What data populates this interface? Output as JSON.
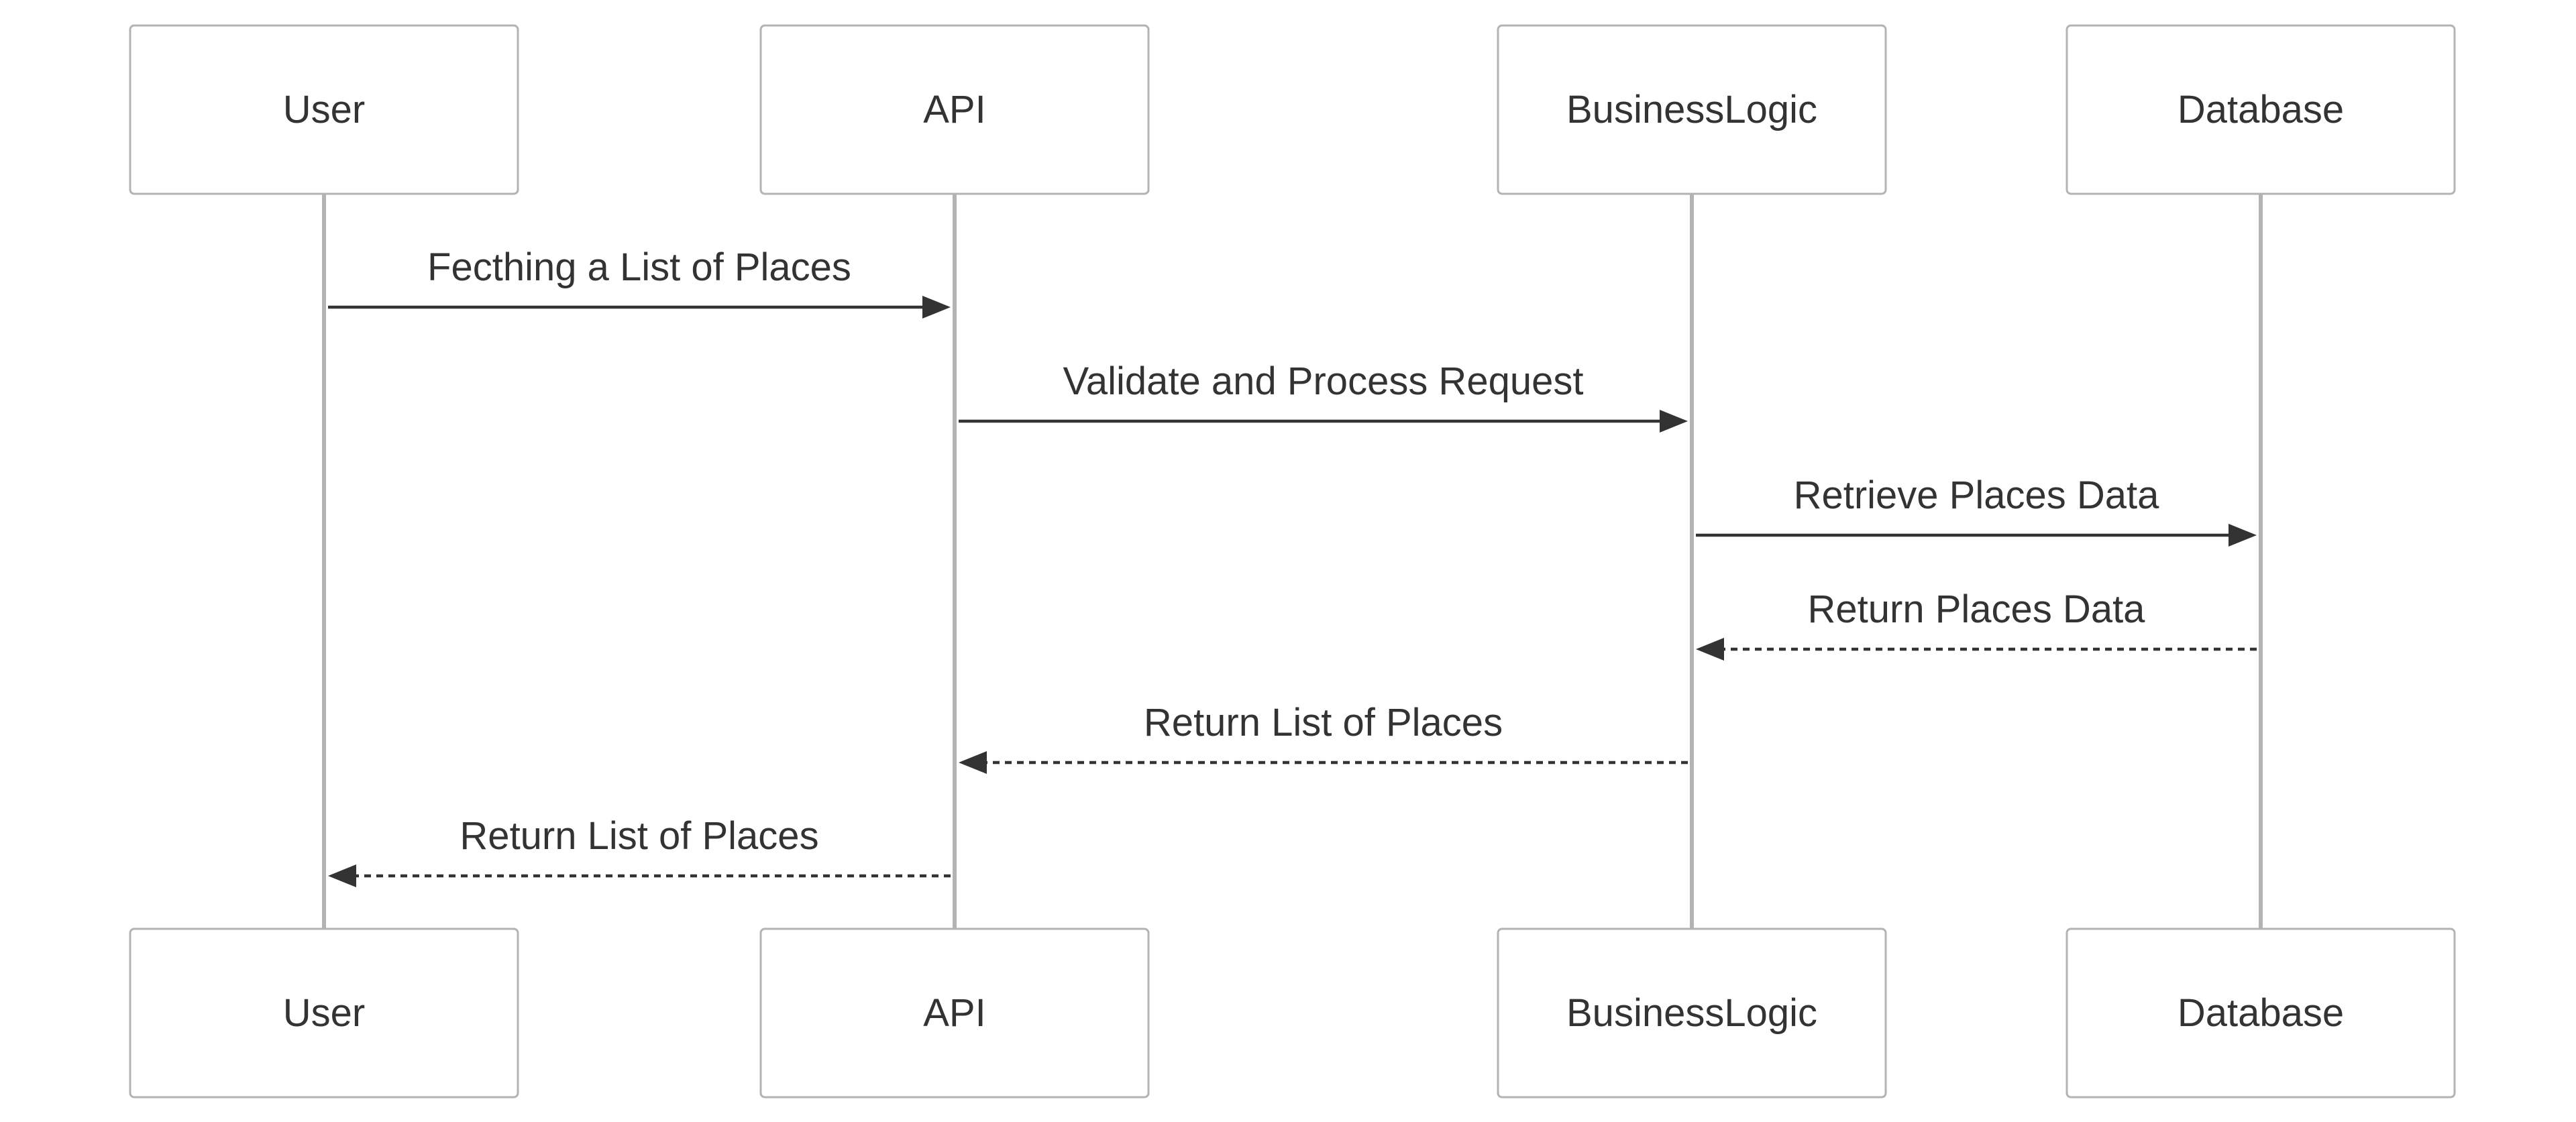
{
  "participants": [
    {
      "id": "user",
      "label": "User"
    },
    {
      "id": "api",
      "label": "API"
    },
    {
      "id": "business",
      "label": "BusinessLogic"
    },
    {
      "id": "database",
      "label": "Database"
    }
  ],
  "messages": [
    {
      "from": "user",
      "to": "api",
      "label": "Fecthing a List of Places",
      "style": "solid"
    },
    {
      "from": "api",
      "to": "business",
      "label": "Validate and Process Request",
      "style": "solid"
    },
    {
      "from": "business",
      "to": "database",
      "label": "Retrieve Places Data",
      "style": "solid"
    },
    {
      "from": "database",
      "to": "business",
      "label": "Return Places Data",
      "style": "dashed"
    },
    {
      "from": "business",
      "to": "api",
      "label": "Return List of Places",
      "style": "dashed"
    },
    {
      "from": "api",
      "to": "user",
      "label": "Return List of Places",
      "style": "dashed"
    }
  ],
  "colors": {
    "actor_border": "#b3b3b3",
    "lifeline": "#b3b3b3",
    "text": "#333333",
    "arrow": "#333333",
    "background": "#ffffff"
  }
}
